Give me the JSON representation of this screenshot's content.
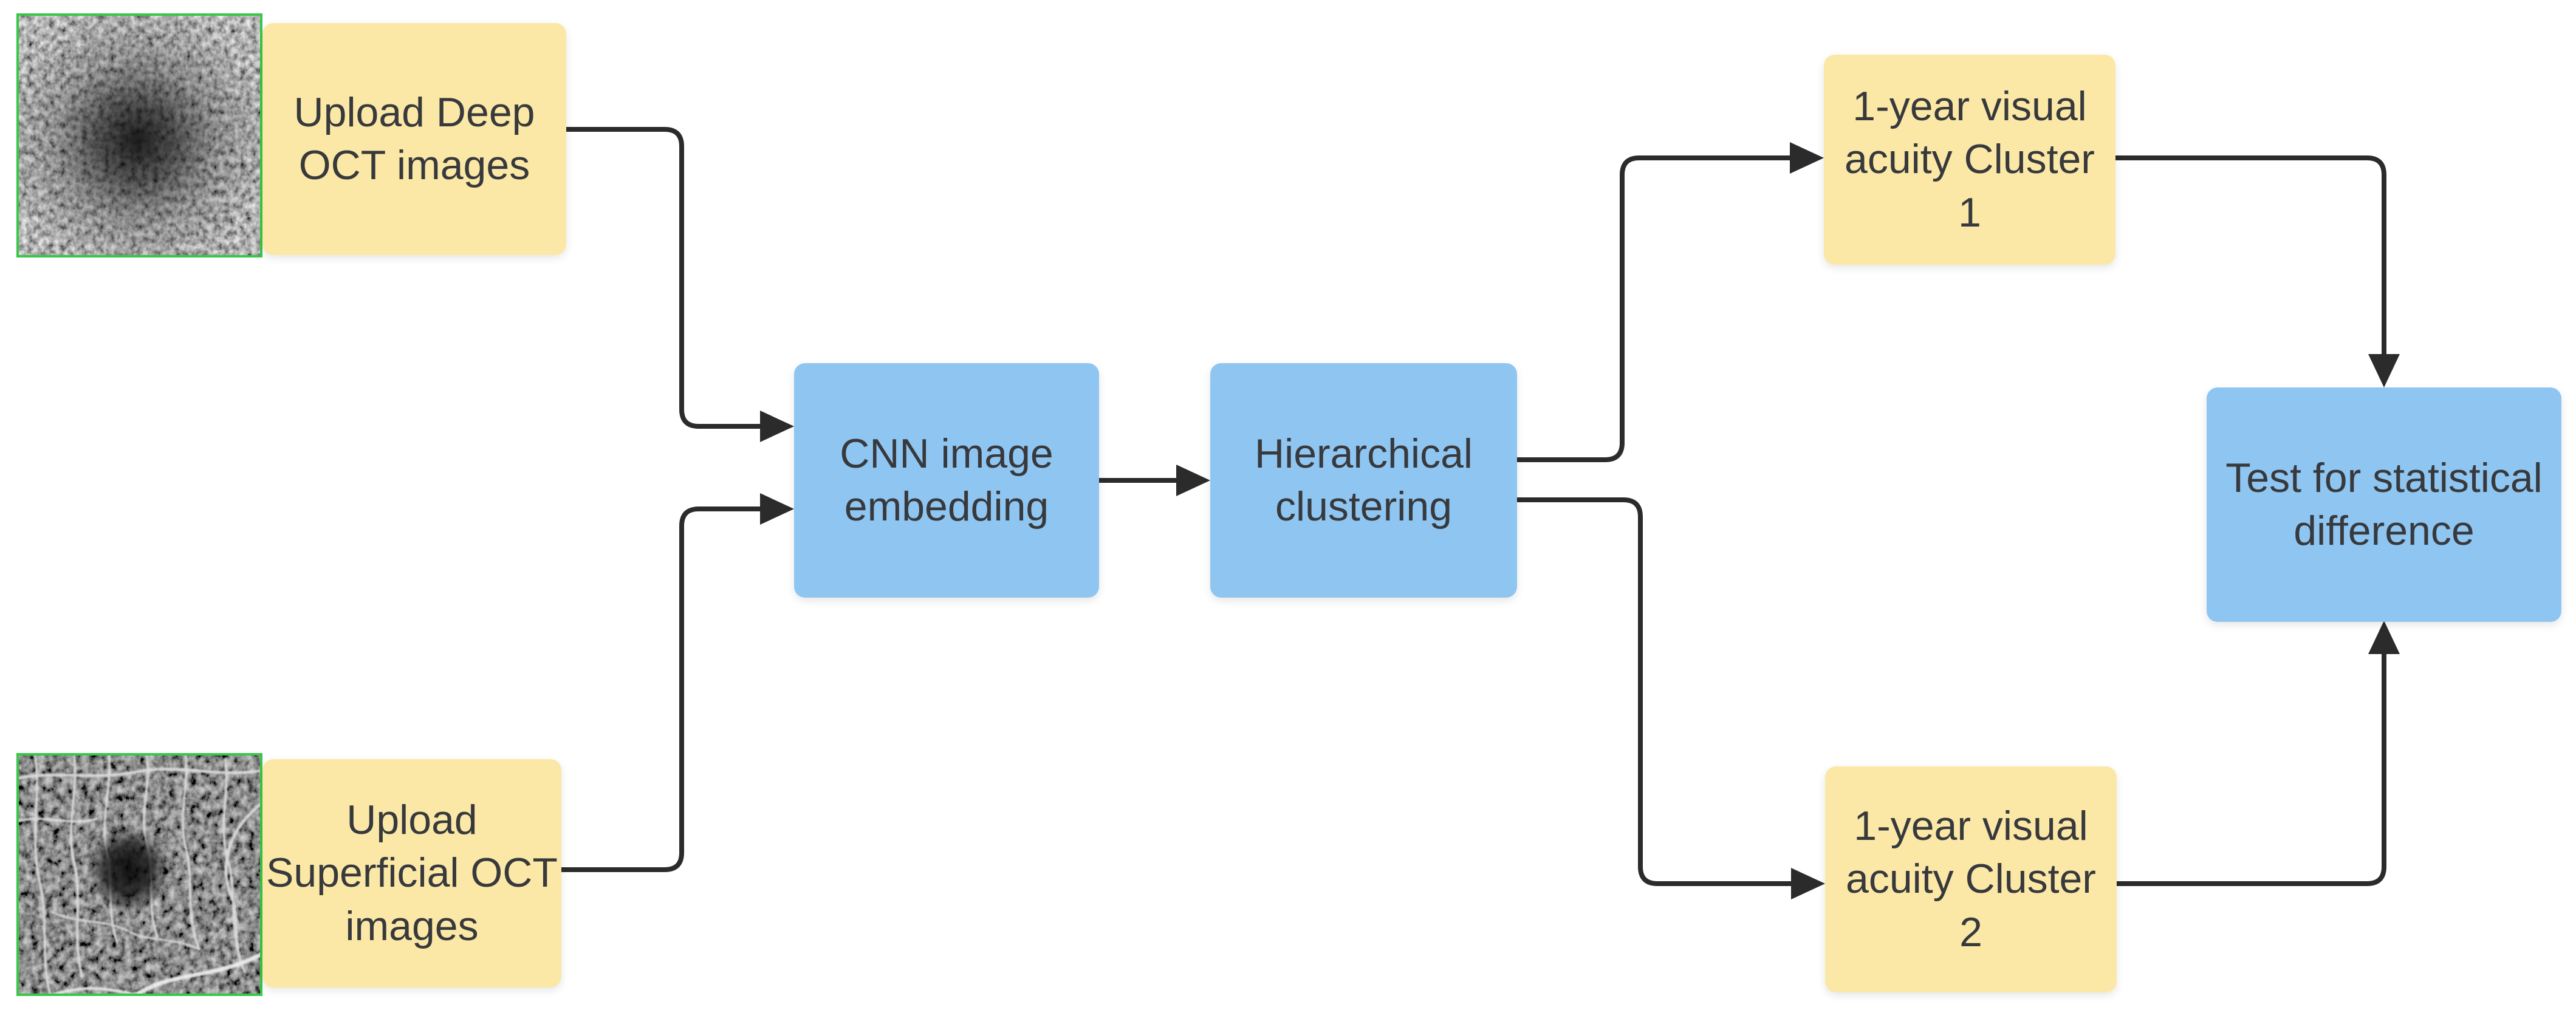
{
  "diagram": {
    "type": "flowchart",
    "background": "#ffffff",
    "colors": {
      "node_yellow": "#FBE8A6",
      "node_blue": "#8FC5F1",
      "arrow": "#2b2b2b",
      "text": "#37393c",
      "scan_border_green": "#39C749"
    },
    "nodes": {
      "upload_deep": {
        "label": "Upload Deep\nOCT images",
        "fill": "yellow"
      },
      "upload_superficial": {
        "label": "Upload\nSuperficial OCT\nimages",
        "fill": "yellow"
      },
      "cnn_embedding": {
        "label": "CNN image\nembedding",
        "fill": "blue"
      },
      "hierarchical": {
        "label": "Hierarchical\nclustering",
        "fill": "blue"
      },
      "cluster1": {
        "label": "1-year visual\nacuity Cluster\n1",
        "fill": "yellow"
      },
      "cluster2": {
        "label": "1-year visual\nacuity Cluster\n2",
        "fill": "yellow"
      },
      "stat_test": {
        "label": "Test for statistical\ndifference",
        "fill": "blue"
      }
    },
    "images": {
      "deep_oct": {
        "name": "deep-oct-scan"
      },
      "superficial_oct": {
        "name": "superficial-oct-scan"
      }
    },
    "edges": [
      {
        "from": "upload_deep",
        "to": "cnn_embedding"
      },
      {
        "from": "upload_superficial",
        "to": "cnn_embedding"
      },
      {
        "from": "cnn_embedding",
        "to": "hierarchical"
      },
      {
        "from": "hierarchical",
        "to": "cluster1"
      },
      {
        "from": "hierarchical",
        "to": "cluster2"
      },
      {
        "from": "cluster1",
        "to": "stat_test"
      },
      {
        "from": "cluster2",
        "to": "stat_test"
      }
    ]
  }
}
